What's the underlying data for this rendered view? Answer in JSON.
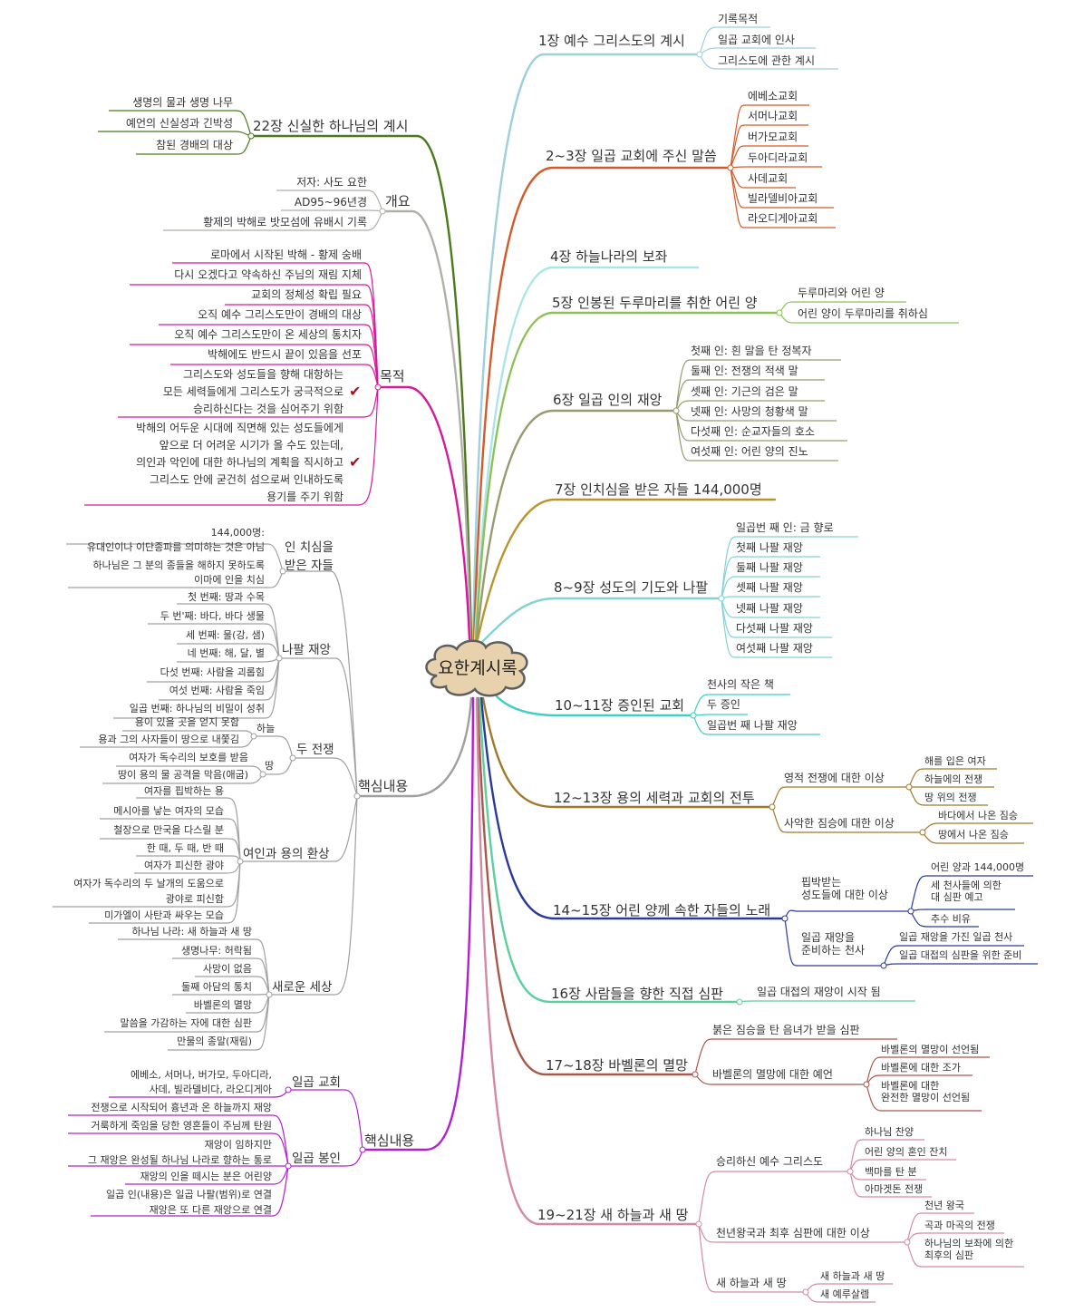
{
  "root": {
    "label": "요한계시록",
    "fill": "#e8d2ae",
    "stroke": "#6b6b6b"
  },
  "right": {
    "ch1": {
      "label": "1장 예수 그리스도의 계시",
      "color": "#9ecfdc",
      "children": [
        "기록목적",
        "일곱 교회에 인사",
        "그리스도에 관한 계시"
      ]
    },
    "ch2": {
      "label": "2~3장 일곱 교회에 주신 말씀",
      "color": "#d35a2a",
      "children": [
        "에베소교회",
        "서머나교회",
        "버가모교회",
        "두아디라교회",
        "사데교회",
        "빌라델비아교회",
        "라오디게아교회"
      ]
    },
    "ch4": {
      "label": "4장 하늘나라의 보좌",
      "color": "#a8e4ea",
      "children": []
    },
    "ch5": {
      "label": "5장 인봉된 두루마리를 취한 어린 양",
      "color": "#8dc158",
      "children": [
        "두루마리와 어린 양",
        "어린 양이 두루마리를 취하심"
      ]
    },
    "ch6": {
      "label": "6장 일곱 인의 재앙",
      "color": "#9a9a72",
      "children": [
        "첫째 인: 흰 말을 탄 정복자",
        "둘째 인: 전쟁의 적색 말",
        "셋째 인: 기근의 검은 말",
        "넷째 인: 사망의 청황색 말",
        "다섯째 인: 순교자들의 호소",
        "여섯째 인: 어린 양의 진노"
      ]
    },
    "ch7": {
      "label": "7장 인치심을 받은 자들 144,000명",
      "color": "#b8962e",
      "children": []
    },
    "ch8": {
      "label": "8~9장 성도의 기도와 나팔",
      "color": "#84d2d2",
      "children": [
        "일곱번 째 인: 금 향로",
        "첫째 나팔 재앙",
        "둘째 나팔 재앙",
        "셋째 나팔 재앙",
        "넷째 나팔 재앙",
        "다섯째 나팔 재앙",
        "여섯째 나팔 재앙"
      ]
    },
    "ch10": {
      "label": "10~11장 증인된 교회",
      "color": "#3ccfc4",
      "children": [
        "천사의 작은 책",
        "두 증인",
        "일곱번 째 나팔 재앙"
      ]
    },
    "ch12": {
      "label": "12~13장 용의 세력과 교회의 전투",
      "color": "#a07a2a",
      "sub": [
        {
          "label": "영적 전쟁에 대한 이상",
          "children": [
            "해를 입은 여자",
            "하늘에의 전쟁",
            "땅 위의 전쟁"
          ]
        },
        {
          "label": "사악한 짐승에 대한 이상",
          "children": [
            "바다에서 나온 짐승",
            "땅에서 나온 짐승"
          ]
        }
      ]
    },
    "ch14": {
      "label": "14~15장 어린 양께 속한 자들의 노래",
      "color": "#2a3a9a",
      "sub": [
        {
          "label": "핍박받는\n성도들에 대한 이상",
          "children": [
            "어린 양과 144,000명",
            "세 천사들에 의한\n대 심판 예고",
            "추수 비유"
          ]
        },
        {
          "label": "일곱 재앙을\n준비하는 천사",
          "children": [
            "일곱 재앙을 가진 일곱 천사",
            "일곱 대접의 심판을 위한 준비"
          ]
        }
      ]
    },
    "ch16": {
      "label": "16장 사람들을 향한 직접 심판",
      "color": "#5ccf9e",
      "children": [
        "일곱 대접의  재앙이 시작 됨"
      ]
    },
    "ch17": {
      "label": "17~18장 바벨론의 멸망",
      "color": "#a8584a",
      "sub": [
        {
          "label": "붉은 짐승을 탄 음녀가 받을 심판",
          "children": []
        },
        {
          "label": "바벨론의 멸망에 대한 예언",
          "children": [
            "바벨론의 멸망이 선언됨",
            "바벨론에 대한 조가",
            "바벨론에 대한\n완전한 멸망이 선언됨"
          ]
        }
      ]
    },
    "ch19": {
      "label": "19~21장 새 하늘과 새 땅",
      "color": "#d58aa4",
      "sub": [
        {
          "label": "승리하신 예수 그리스도",
          "children": [
            "하나님 찬양",
            "어린 양의 혼인 잔치",
            "백마를 탄 분",
            "아마겟돈 전쟁"
          ]
        },
        {
          "label": "천년왕국과 최후 심판에 대한 이상",
          "children": [
            "천년 왕국",
            "곡과 마곡의 전쟁",
            "하나님의 보좌에 의한\n최후의 심판"
          ]
        },
        {
          "label": "새 하늘과 새 땅",
          "children": [
            "새 하늘과 새 땅",
            "새 예루살렘"
          ]
        }
      ]
    }
  },
  "left": {
    "ch22": {
      "label": "22장 신실한 하나님의 계시",
      "color": "#4a7a1a",
      "children": [
        "생명의 물과 생명 나무",
        "예언의 신실성과 긴박성",
        "참된 경배의 대상"
      ]
    },
    "overview": {
      "label": "개요",
      "color": "#b0b0a8",
      "children": [
        "저자: 사도 요한",
        "AD95~96년경",
        "황제의 박해로 밧모섬에 유배시 기록"
      ]
    },
    "purpose": {
      "label": "목적",
      "color": "#d41a9a",
      "children": [
        "로마에서 시작된 박해 - 황제 숭배",
        "다시 오겠다고 약속하신 주님의 재림 지체",
        "교회의 정체성 확립 필요",
        "오직 예수 그리스도만이 경배의 대상",
        "오직 예수 그리스도만이 온 세상의 통치자",
        "박해에도 반드시 끝이 있음을 선포",
        "그리스도와 성도들을 향해 대항하는\n모든 세력들에게 그리스도가 궁극적으로\n승리하신다는 것을 심어주기 위함",
        "박해의 어두운 시대에 직면해 있는 성도들에게\n앞으로 더 어려운 시기가 올 수도 있는데,\n의인과 악인에 대한 하나님의 계획을 직시하고\n그리스도 안에 굳건히 섬으로써 인내하도록\n용기를 주기 위함"
      ],
      "check_icon": "✔"
    },
    "core1": {
      "label": "핵심내용",
      "color": "#a0a0a0",
      "sub": [
        {
          "label": "인 치심을\n받은 자들",
          "children": [
            "144,000명:\n유대인이나 이단종파를 의미하는 것은 아님",
            "하나님은 그 분의 종들을 해하지 못하도록\n이마에 인을 치심"
          ]
        },
        {
          "label": "나팔 재앙",
          "children": [
            "첫 번째: 땅과 수목",
            "두 번'째: 바다, 바다 생물",
            "세 번째: 물(강, 샘)",
            "네 번째: 해, 달, 별",
            "다섯 번째: 사람을 괴롭힘",
            "여섯 번째: 사람을 죽임",
            "일곱 번째: 하나님의 비밀이 성취"
          ]
        },
        {
          "label": "두 전쟁",
          "sub": [
            {
              "label": "하늘",
              "children": [
                "용이 있을 곳을 얻지 못함",
                "용과 그의 사자들이 땅으로 내쫓김"
              ]
            },
            {
              "label": "땅",
              "children": [
                "여자가 독수리의 보호를 받음",
                "땅이 용의 물 공격을 막음(애굽)"
              ]
            }
          ]
        },
        {
          "label": "여인과 용의 환상",
          "children": [
            "여자를 핍박하는 용",
            "메시아를 낳는 여자의 모습",
            "철장으로 만국을 다스릴 분",
            "한 때, 두 때, 반 때",
            "여자가 피신한 광야",
            "여자가 독수리의 두 날개의 도움으로\n광야로 피신함",
            "미가엘이 사탄과 싸우는 모습"
          ]
        },
        {
          "label": "새로운 세상",
          "children": [
            "하나님 나라: 새 하늘과 새 땅",
            "생명나무: 허락됨",
            "사망이 없음",
            "둘째 아담의 통치",
            "바벨론의 멸망",
            "말씀을 가감하는 자에 대한 심판",
            "만물의 종말(재림)"
          ]
        }
      ]
    },
    "core2": {
      "label": "핵심내용",
      "color": "#b020d0",
      "sub": [
        {
          "label": "일곱 교회",
          "children": [
            "에베소, 서머나, 버가모, 두아디라,\n사데, 빌라델비다, 라오디게아"
          ]
        },
        {
          "label": "일곱 봉인",
          "children": [
            "전쟁으로 시작되어 흉년과 온 하늘까지 재앙",
            "거룩하게 죽임을 당한 영혼들이 주님께 탄원",
            "재앙이 임하지만\n그 재앙은 완성될 하나님 나라로 향하는 통로",
            "재앙의 인을 떼시는 분은 어린양",
            "일곱 인(내용)은 일곱 나팔(범위)로 연결\n재앙은 또 다른 재앙으로 연결"
          ]
        }
      ]
    }
  }
}
